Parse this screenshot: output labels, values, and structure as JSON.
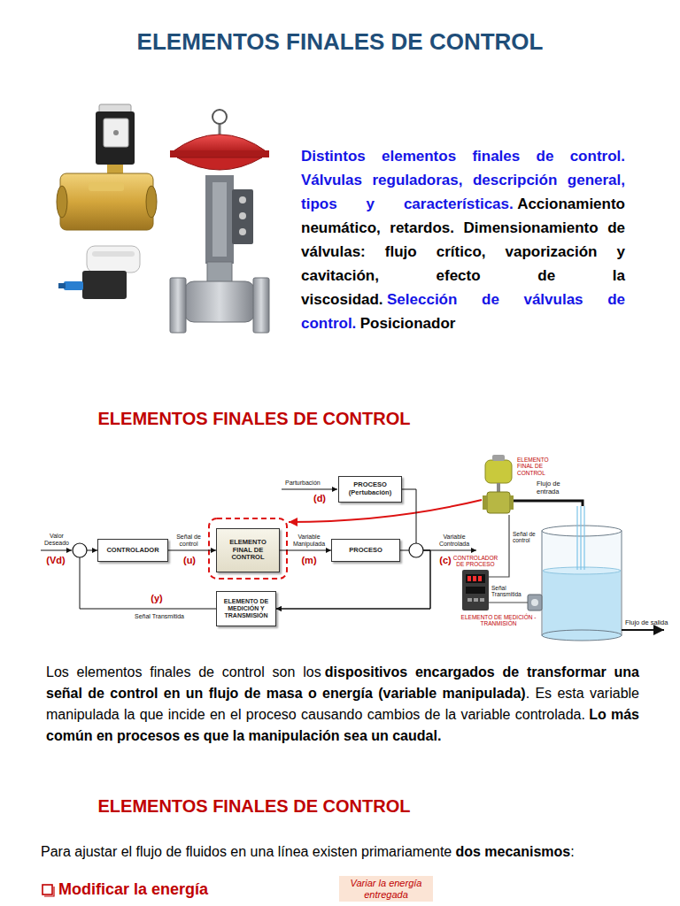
{
  "diagram": {
    "title": "ELEMENTOS FINALES DE CONTROL",
    "nodes": [
      {
        "text": [
          "PROCESO (Pertubación)"
        ]
      },
      {
        "text": [
          "CONTROLADOR"
        ]
      },
      {
        "text": [
          "ELEMENTO FINAL DE CONTROL"
        ]
      },
      {
        "text": [
          "PROCESO"
        ]
      },
      {
        "text": [
          "ELEMENTO DE MEDICIÓN Y TRANSMISIÓN"
        ]
      },
      {
        "text": [
          "Variar la energía entregada"
        ]
      }
    ],
    "edges": [
      {
        "from": 1,
        "to": 2,
        "arrow": "to",
        "label": "Señal de control"
      },
      {
        "from": 2,
        "to": 3,
        "arrow": "to",
        "label": "Variable Manipulada"
      },
      {
        "from": 3,
        "to": 4,
        "arrow": "to"
      },
      {
        "from": 0,
        "to": 4,
        "arrow": "to"
      },
      {
        "from": 4,
        "to": 1,
        "arrow": "to",
        "label": "Señal Transmitida"
      }
    ],
    "labels": [
      "Distintos elementos finales de control. Válvulas reguladoras, descripción general, tipos y características.",
      "Accionamiento neumático, retardos. Dimensionamiento de válvulas: flujo crítico, vaporización y cavitación, efecto de la viscosidad.",
      "Selección de válvulas de control.",
      "Posicionador",
      "ELEMENTOS FINALES DE CONTROL",
      "Parturbación",
      "(d)",
      "Valor Deseado",
      "(Vd)",
      "(u)",
      "(m)",
      "Variable Controlada",
      "(c)",
      "(y)",
      "ELEMENTO FINAL DE CONTROL",
      "Flujo de entrada",
      "CONTROLADOR DE PROCESO",
      "Señal de control",
      "Señal Transmitida",
      "ELEMENTO DE MEDICIÓN - TRANMISIÓN",
      "Flujo de salida",
      "Los elementos finales de control son los",
      "dispositivos encargados de transformar una señal de control en un flujo de masa o energía (variable manipulada)",
      ". Es esta variable manipulada la que incide en el proceso causando cambios de la variable controlada.",
      "Lo más común en procesos es que la manipulación sea un caudal.",
      "ELEMENTOS FINALES DE CONTROL",
      "Para ajustar el flujo de fluidos en una línea existen primariamente",
      "dos mecanismos",
      ":",
      "Modificar la energía"
    ]
  }
}
